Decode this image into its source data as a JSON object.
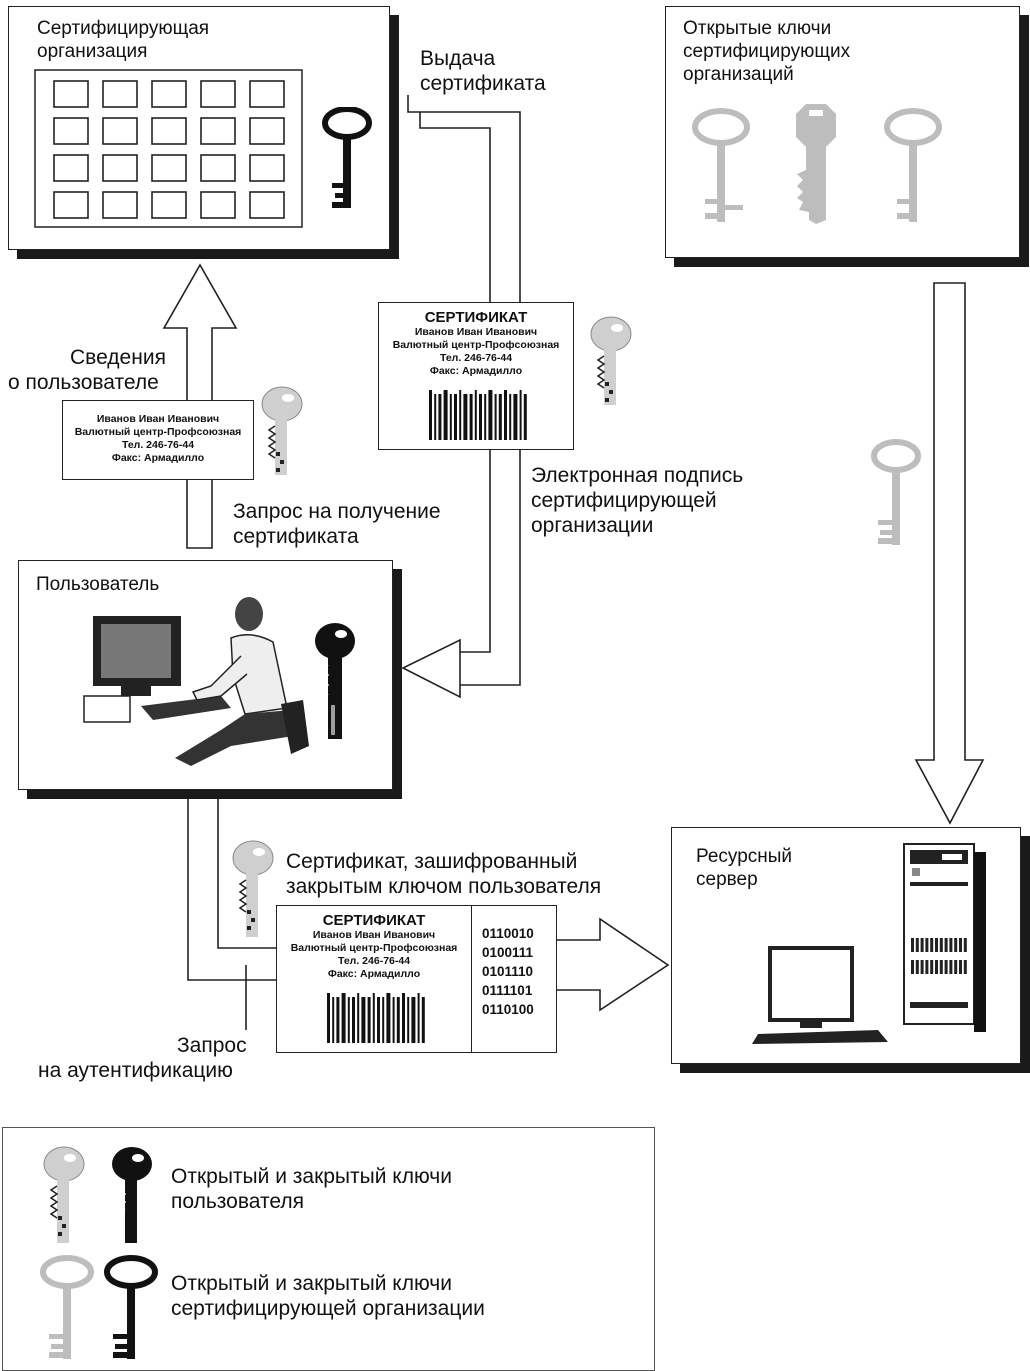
{
  "cert_org": {
    "title_l1": "Сертифицирующая",
    "title_l2": "организация"
  },
  "pub_keys": {
    "title_l1": "Открытые ключи",
    "title_l2": "сертифицирующих",
    "title_l3": "организаций"
  },
  "user": {
    "title": "Пользователь"
  },
  "server": {
    "title_l1": "Ресурсный",
    "title_l2": "сервер"
  },
  "flows": {
    "issue_l1": "Выдача",
    "issue_l2": "сертификата",
    "info_l1": "Сведения",
    "info_l2": "о пользователе",
    "request_l1": "Запрос на получение",
    "request_l2": "сертификата",
    "esign_l1": "Электронная подпись",
    "esign_l2": "сертифицирующей",
    "esign_l3": "организации",
    "encrypted_l1": "Сертификат, зашифрованный",
    "encrypted_l2": "закрытым ключом пользователя",
    "auth_l1": "Запрос",
    "auth_l2": "на аутентификацию"
  },
  "user_record": {
    "name": "Иванов Иван Иванович",
    "address": "Валютный центр-Профсоюзная",
    "phone": "Тел. 246-76-44",
    "fax": "Факс: Армадилло"
  },
  "certificate": {
    "title": "СЕРТИФИКАТ"
  },
  "binary": [
    "0110010",
    "0100111",
    "0101110",
    "0111101",
    "0110100"
  ],
  "legend": {
    "user_keys_l1": "Открытый и закрытый ключи",
    "user_keys_l2": "пользователя",
    "org_keys_l1": "Открытый и закрытый ключи",
    "org_keys_l2": "сертифицирующей организации"
  },
  "colors": {
    "line": "#222222",
    "shadow": "#1a1a1a",
    "light_key": "#bdbdbd",
    "dark_key": "#111111"
  },
  "icons": [
    "ring-key-icon",
    "bit-key-icon",
    "mainframe-icon",
    "user-at-computer-icon",
    "computer-icon",
    "tower-server-icon"
  ]
}
